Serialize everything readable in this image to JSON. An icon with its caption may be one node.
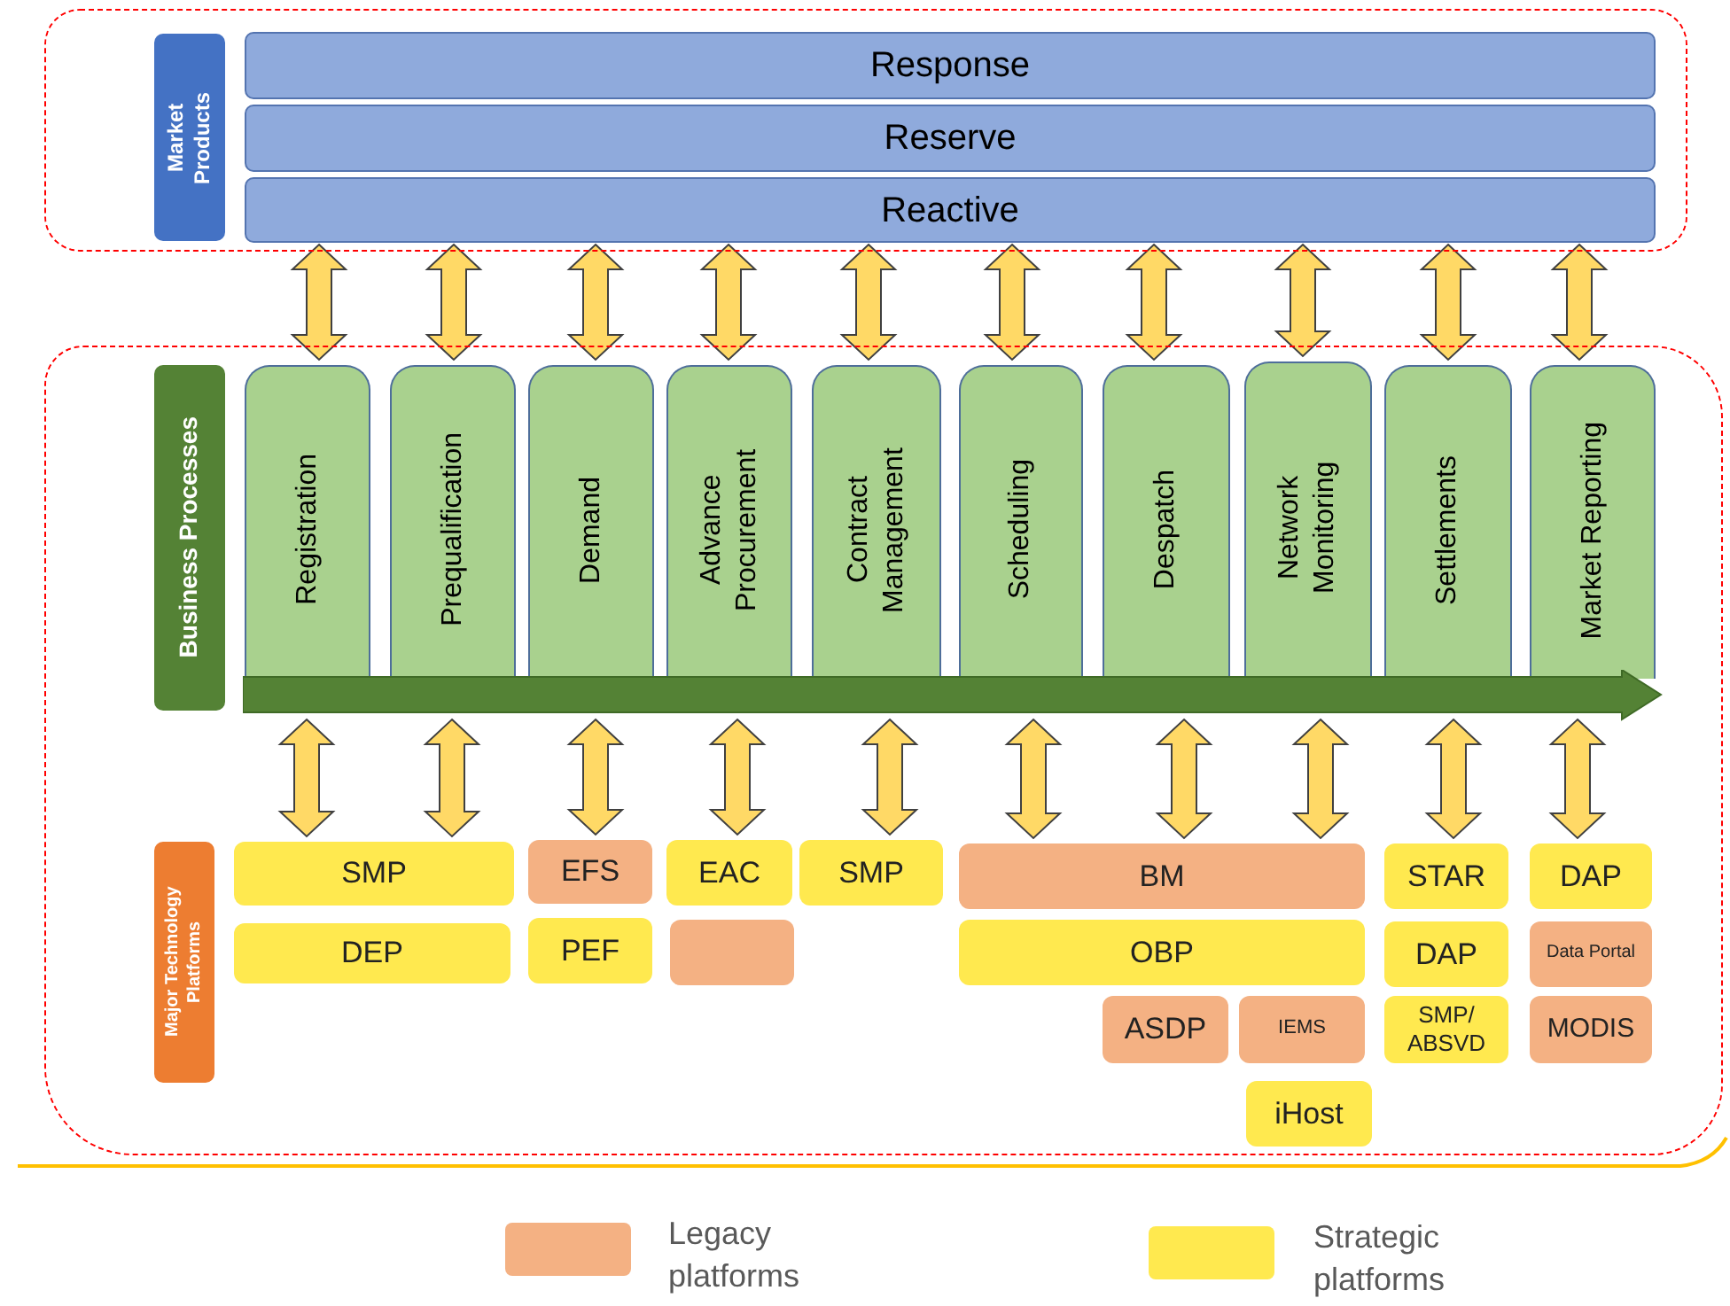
{
  "diagram": {
    "nodes": [
      {
        "text": [],
        "shape": "box"
      },
      {
        "text": [
          "Market Products"
        ],
        "in": 0
      },
      {
        "text": [
          "Response"
        ],
        "in": 0
      },
      {
        "text": [
          "Reserve"
        ],
        "in": 0
      },
      {
        "text": [
          "Reactive"
        ],
        "in": 0
      },
      {
        "text": [],
        "shape": "box"
      },
      {
        "text": [
          "Business Processes"
        ],
        "in": 5
      },
      {
        "text": [
          "Registration"
        ],
        "in": 5
      },
      {
        "text": [
          "Prequalification"
        ],
        "in": 5
      },
      {
        "text": [
          "Demand"
        ],
        "in": 5
      },
      {
        "text": [
          "Advance Procurement"
        ],
        "in": 5
      },
      {
        "text": [
          "Contract Management"
        ],
        "in": 5
      },
      {
        "text": [
          "Scheduling"
        ],
        "in": 5
      },
      {
        "text": [
          "Despatch"
        ],
        "in": 5
      },
      {
        "text": [
          "Network Monitoring"
        ],
        "in": 5
      },
      {
        "text": [
          "Settlements"
        ],
        "in": 5
      },
      {
        "text": [
          "Market Reporting"
        ],
        "in": 5
      },
      {
        "text": [
          "Major Technology Platforms"
        ],
        "in": 5
      },
      {
        "text": [
          "SMP"
        ],
        "in": 5
      },
      {
        "text": [
          "EFS"
        ],
        "in": 5
      },
      {
        "text": [
          "EAC"
        ],
        "in": 5
      },
      {
        "text": [
          "SMP"
        ],
        "in": 5
      },
      {
        "text": [
          "BM"
        ],
        "in": 5
      },
      {
        "text": [
          "STAR"
        ],
        "in": 5
      },
      {
        "text": [
          "DAP"
        ],
        "in": 5
      },
      {
        "text": [
          "DEP"
        ],
        "in": 5
      },
      {
        "text": [
          "PEF"
        ],
        "in": 5
      },
      {
        "text": [],
        "shape": "box",
        "in": 5
      },
      {
        "text": [
          "OBP"
        ],
        "in": 5
      },
      {
        "text": [
          "DAP"
        ],
        "in": 5
      },
      {
        "text": [
          "Data Portal"
        ],
        "in": 5
      },
      {
        "text": [
          "ASDP"
        ],
        "in": 5
      },
      {
        "text": [
          "IEMS"
        ],
        "in": 5
      },
      {
        "text": [
          "SMP/ ABSVD"
        ],
        "in": 5
      },
      {
        "text": [
          "MODIS"
        ],
        "in": 5
      },
      {
        "text": [
          "iHost"
        ],
        "in": 5
      }
    ],
    "edges": [
      {
        "from": 4,
        "to": 7,
        "arrow": "both"
      },
      {
        "from": 4,
        "to": 8,
        "arrow": "both"
      },
      {
        "from": 4,
        "to": 9,
        "arrow": "both"
      },
      {
        "from": 4,
        "to": 10,
        "arrow": "both"
      },
      {
        "from": 4,
        "to": 11,
        "arrow": "both"
      },
      {
        "from": 4,
        "to": 12,
        "arrow": "both"
      },
      {
        "from": 4,
        "to": 13,
        "arrow": "both"
      },
      {
        "from": 4,
        "to": 14,
        "arrow": "both"
      },
      {
        "from": 4,
        "to": 15,
        "arrow": "both"
      },
      {
        "from": 4,
        "to": 16,
        "arrow": "both"
      },
      {
        "from": 7,
        "to": 18,
        "arrow": "both"
      },
      {
        "from": 8,
        "to": 18,
        "arrow": "both"
      },
      {
        "from": 9,
        "to": 19,
        "arrow": "both"
      },
      {
        "from": 10,
        "to": 20,
        "arrow": "both"
      },
      {
        "from": 11,
        "to": 21,
        "arrow": "both"
      },
      {
        "from": 12,
        "to": 22,
        "arrow": "both"
      },
      {
        "from": 13,
        "to": 22,
        "arrow": "both"
      },
      {
        "from": 14,
        "to": 22,
        "arrow": "both"
      },
      {
        "from": 15,
        "to": 23,
        "arrow": "both"
      },
      {
        "from": 16,
        "to": 24,
        "arrow": "both"
      }
    ],
    "legend": [
      {
        "text": "Legacy platforms",
        "color": "#f4b183"
      },
      {
        "text": "Strategic platforms",
        "color": "#ffe94f"
      }
    ]
  }
}
